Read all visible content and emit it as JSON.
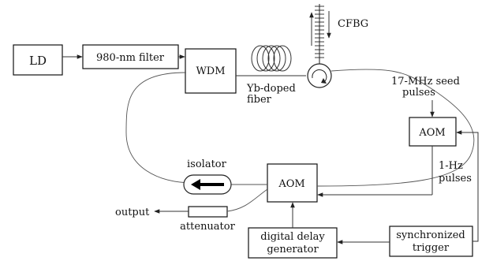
{
  "blocks": {
    "ld": "LD",
    "filter": "980-nm filter",
    "wdm": "WDM",
    "aom_top": "AOM",
    "aom_bottom": "AOM",
    "delay_line1": "digital delay",
    "delay_line2": "generator",
    "trigger_line1": "synchronized",
    "trigger_line2": "trigger"
  },
  "labels": {
    "cfbg": "CFBG",
    "yb_line1": "Yb-doped",
    "yb_line2": "fiber",
    "seed_line1": "17-MHz seed",
    "seed_line2": "pulses",
    "hz_line1": "1-Hz",
    "hz_line2": "pulses",
    "isolator": "isolator",
    "output": "output",
    "attenuator": "attenuator"
  }
}
